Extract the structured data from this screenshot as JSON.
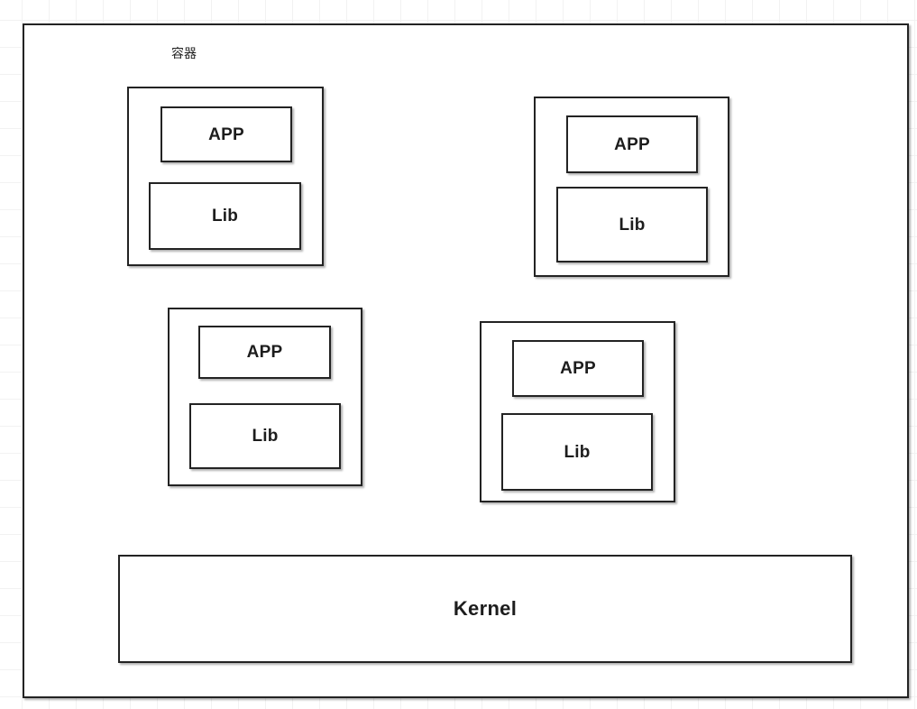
{
  "diagram": {
    "type": "container-architecture-block-diagram",
    "caption": "容器",
    "outer_frame_name": "diagram-border",
    "colors": {
      "stroke": "#232323",
      "fill": "#ffffff",
      "text": "#1d1d1d",
      "grid": "#f2f2f2",
      "page_background": "#ffffff"
    },
    "containers": [
      {
        "id": "container-1",
        "app_label": "APP",
        "lib_label": "Lib"
      },
      {
        "id": "container-2",
        "app_label": "APP",
        "lib_label": "Lib"
      },
      {
        "id": "container-3",
        "app_label": "APP",
        "lib_label": "Lib"
      },
      {
        "id": "container-4",
        "app_label": "APP",
        "lib_label": "Lib"
      }
    ],
    "kernel": {
      "label": "Kernel"
    }
  }
}
